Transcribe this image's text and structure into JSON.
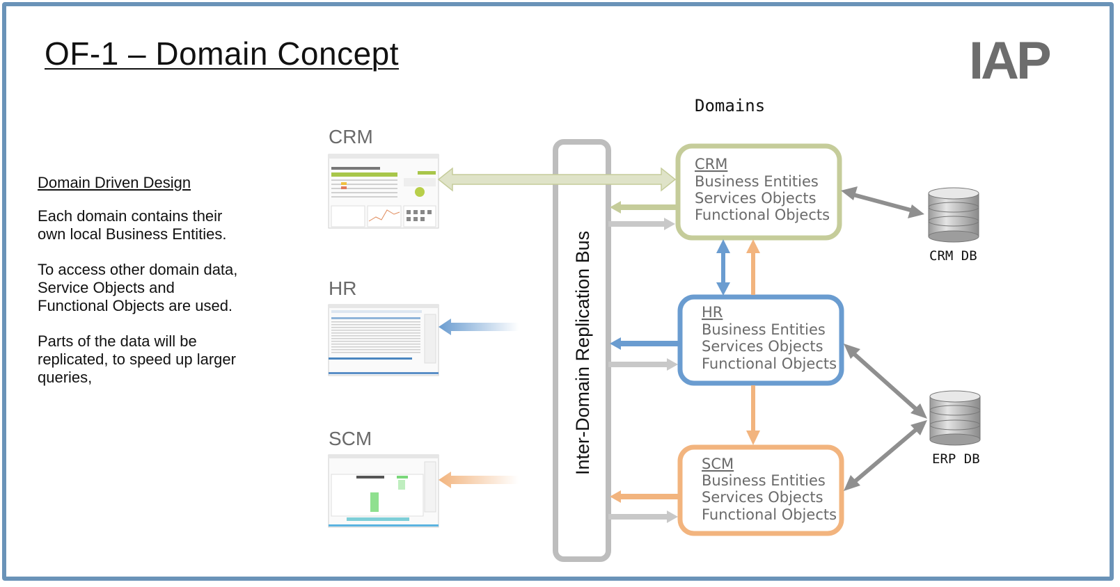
{
  "title": "OF-1 – Domain Concept",
  "logo_text": "IAP",
  "left_panel": {
    "heading": "Domain Driven Design",
    "paragraphs": [
      [
        "Each domain contains their",
        "own local Business Entities."
      ],
      [
        "To access other domain data,",
        "Service Objects and",
        "Functional Objects are used."
      ],
      [
        "Parts of the data will be",
        "replicated, to speed up larger",
        "queries,"
      ]
    ]
  },
  "diagram": {
    "domains_label": "Domains",
    "bus_label": "Inter-Domain Replication Bus",
    "apps": [
      {
        "label": "CRM"
      },
      {
        "label": "HR"
      },
      {
        "label": "SCM"
      }
    ],
    "domain_boxes": [
      {
        "name": "CRM",
        "lines": [
          "Business Entities",
          "Services Objects",
          "Functional Objects"
        ],
        "color": "#c5cc9a"
      },
      {
        "name": "HR",
        "lines": [
          "Business Entities",
          "Services Objects",
          "Functional Objects"
        ],
        "color": "#6a9cd0"
      },
      {
        "name": "SCM",
        "lines": [
          "Business Entities",
          "Services Objects",
          "Functional Objects"
        ],
        "color": "#f2b47e"
      }
    ],
    "databases": [
      {
        "label": "CRM DB"
      },
      {
        "label": "ERP DB"
      }
    ],
    "colors": {
      "bus": "#bdbdbd",
      "arrow_gray": "#8f8f8f",
      "arrow_light_gray": "#c8c8c8"
    }
  }
}
